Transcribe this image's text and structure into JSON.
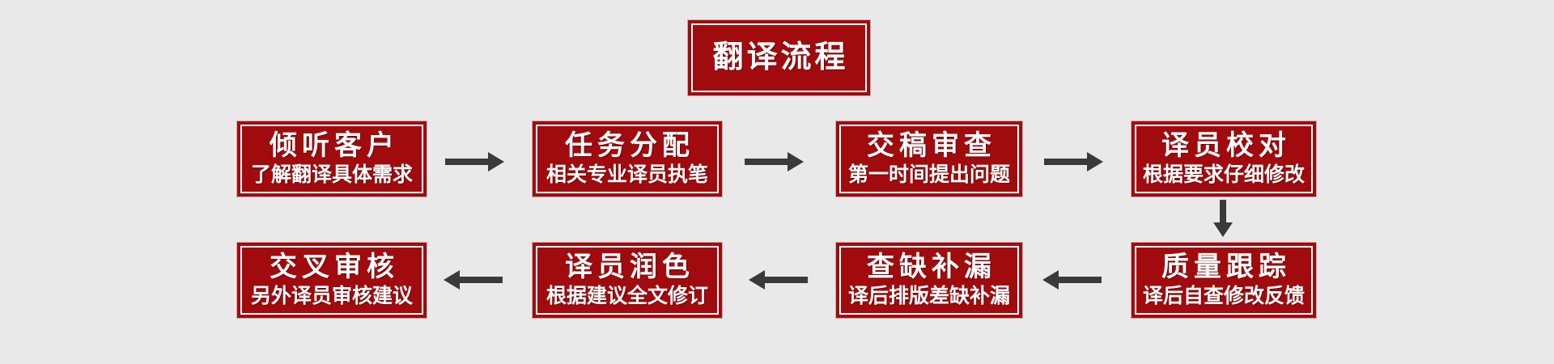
{
  "page": {
    "background_color": "#e9e9e9",
    "box_color": "#a20b0e",
    "arrow_color": "#3a3a3a",
    "text_color": "#ffffff"
  },
  "title": {
    "label": "翻译流程"
  },
  "icons": [
    "arrow-right-icon",
    "arrow-left-icon",
    "arrow-down-icon"
  ],
  "rows": [
    {
      "direction": "right",
      "boxes": [
        {
          "heading": "倾听客户",
          "subtitle": "了解翻译具体需求"
        },
        {
          "heading": "任务分配",
          "subtitle": "相关专业译员执笔"
        },
        {
          "heading": "交稿审查",
          "subtitle": "第一时间提出问题"
        },
        {
          "heading": "译员校对",
          "subtitle": "根据要求仔细修改"
        }
      ]
    },
    {
      "direction": "left",
      "boxes": [
        {
          "heading": "交叉审核",
          "subtitle": "另外译员审核建议"
        },
        {
          "heading": "译员润色",
          "subtitle": "根据建议全文修订"
        },
        {
          "heading": "查缺补漏",
          "subtitle": "译后排版差缺补漏"
        },
        {
          "heading": "质量跟踪",
          "subtitle": "译后自查修改反馈"
        }
      ]
    }
  ]
}
